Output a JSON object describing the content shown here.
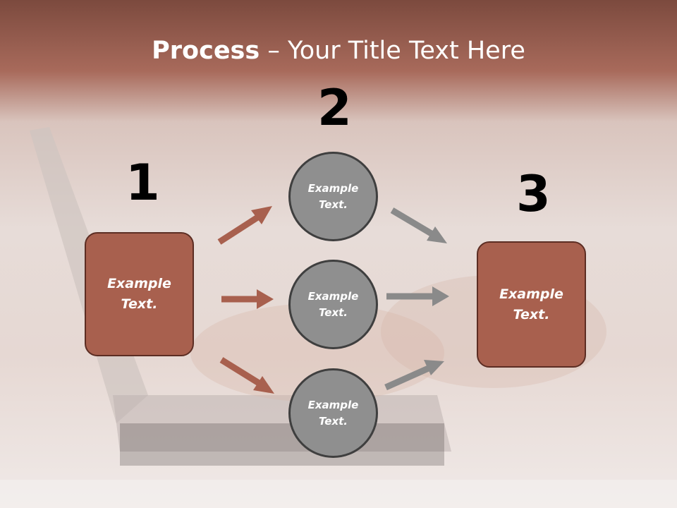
{
  "title": {
    "bold": "Process",
    "rest": " – Your Title Text Here"
  },
  "steps": {
    "one": "1",
    "two": "2",
    "three": "3"
  },
  "left_box": {
    "text": "Example Text."
  },
  "right_box": {
    "text": "Example Text."
  },
  "circles": [
    {
      "text": "Example Text."
    },
    {
      "text": "Example Text."
    },
    {
      "text": "Example Text."
    }
  ],
  "colors": {
    "brand_box": "#a8604e",
    "box_border": "#5c2d23",
    "circle": "#8f8f8f",
    "arrow_red": "#a8604e",
    "arrow_gray": "#8a8a8a"
  }
}
